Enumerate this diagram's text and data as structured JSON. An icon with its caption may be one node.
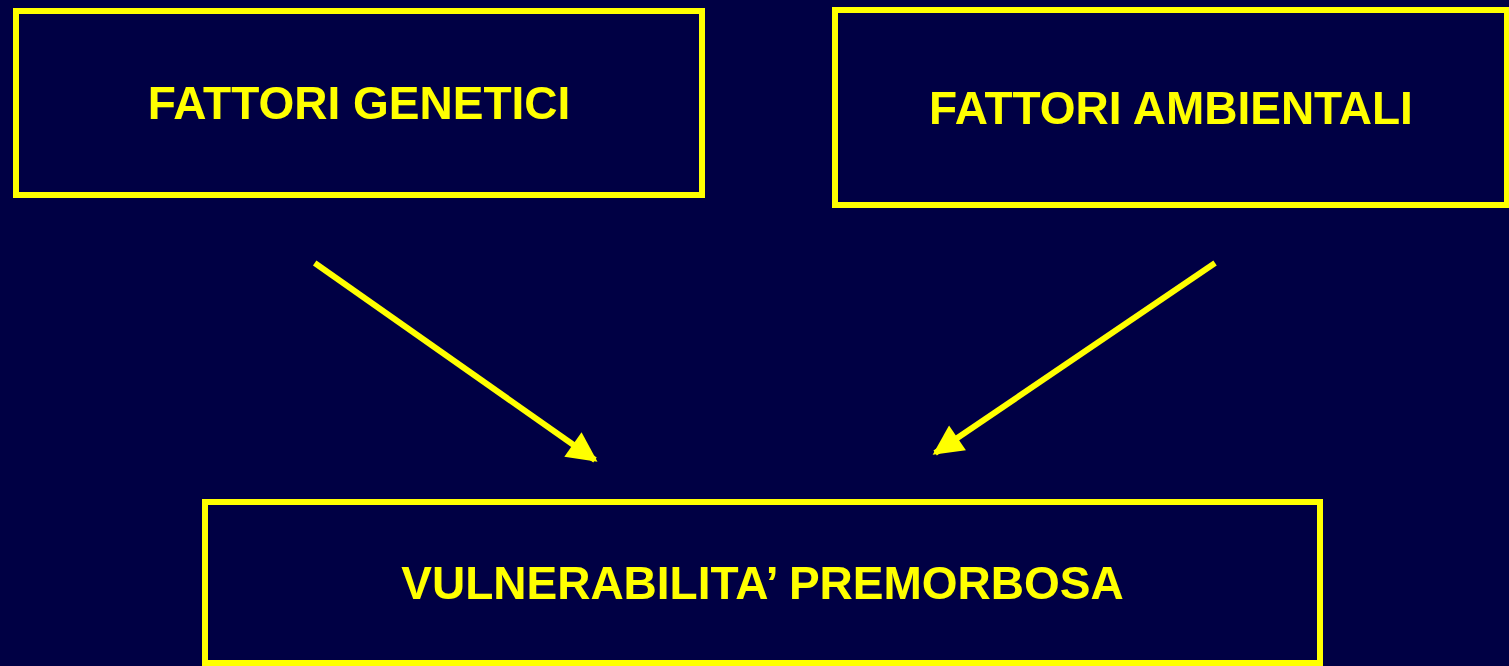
{
  "diagram": {
    "nodes": [
      {
        "text": [
          "FATTORI GENETICI"
        ]
      },
      {
        "text": [
          "FATTORI AMBIENTALI"
        ]
      },
      {
        "text": [
          "VULNERABILITA’ PREMORBOSA"
        ]
      }
    ],
    "edges": [
      {
        "from": 0,
        "to": 2,
        "arrow": "to"
      },
      {
        "from": 1,
        "to": 2,
        "arrow": "to"
      }
    ]
  }
}
